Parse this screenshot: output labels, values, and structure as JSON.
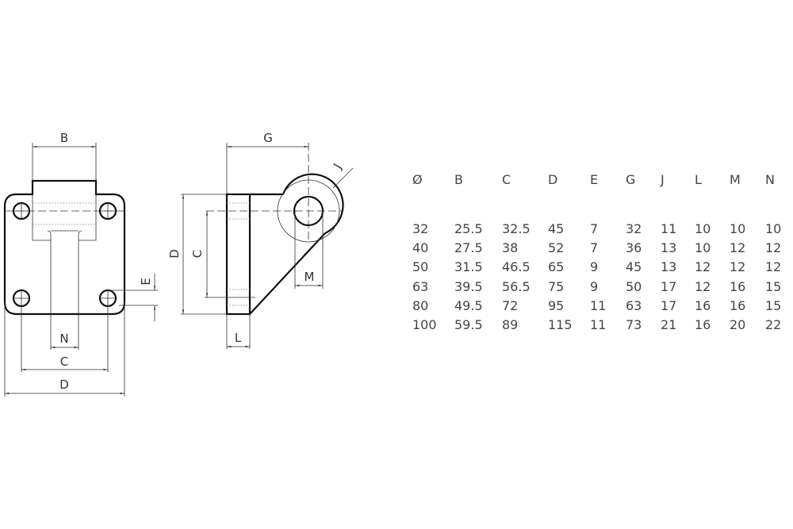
{
  "drawing": {
    "front_view": {
      "labels": {
        "B": "B",
        "N": "N",
        "C": "C",
        "D": "D",
        "E": "E"
      }
    },
    "side_view": {
      "labels": {
        "G": "G",
        "J": "J",
        "D": "D",
        "C": "C",
        "M": "M",
        "L": "L"
      }
    }
  },
  "table": {
    "headers": [
      "Ø",
      "B",
      "C",
      "D",
      "E",
      "G",
      "J",
      "L",
      "M",
      "N"
    ],
    "rows": [
      [
        "32",
        "25.5",
        "32.5",
        "45",
        "7",
        "32",
        "11",
        "10",
        "10",
        "10"
      ],
      [
        "40",
        "27.5",
        "38",
        "52",
        "7",
        "36",
        "13",
        "10",
        "12",
        "12"
      ],
      [
        "50",
        "31.5",
        "46.5",
        "65",
        "9",
        "45",
        "13",
        "12",
        "12",
        "12"
      ],
      [
        "63",
        "39.5",
        "56.5",
        "75",
        "9",
        "50",
        "17",
        "12",
        "16",
        "15"
      ],
      [
        "80",
        "49.5",
        "72",
        "95",
        "11",
        "63",
        "17",
        "16",
        "16",
        "15"
      ],
      [
        "100",
        "59.5",
        "89",
        "115",
        "11",
        "73",
        "21",
        "16",
        "20",
        "22"
      ]
    ]
  }
}
